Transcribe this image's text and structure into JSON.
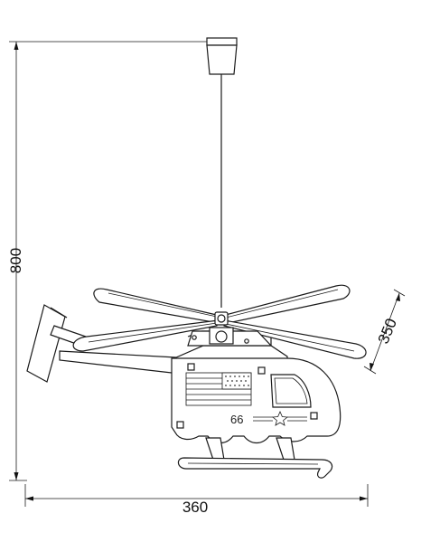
{
  "dimensions": {
    "height_label": "800",
    "width_label": "360",
    "depth_label": "350"
  },
  "helicopter": {
    "number_label": "66"
  }
}
